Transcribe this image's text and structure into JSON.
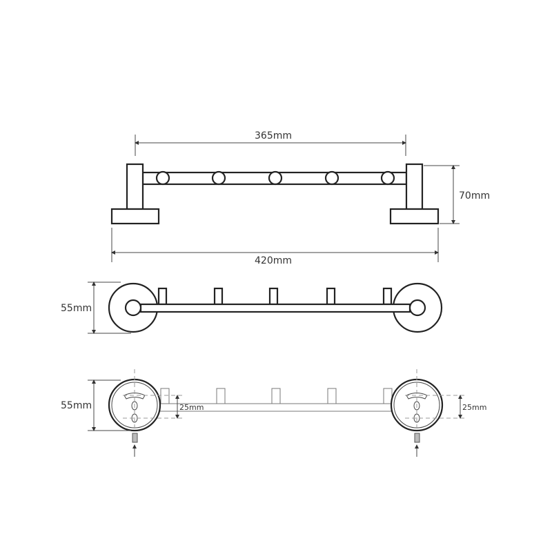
{
  "dimensions": {
    "inner_length": "365mm",
    "height": "70mm",
    "total_length": "420mm",
    "depth_front": "55mm",
    "depth_back": "55mm",
    "mount_spacing_left": "25mm",
    "mount_spacing_right": "25mm"
  },
  "colors": {
    "line": "#222222",
    "dim": "#444444",
    "hidden": "#999999"
  }
}
